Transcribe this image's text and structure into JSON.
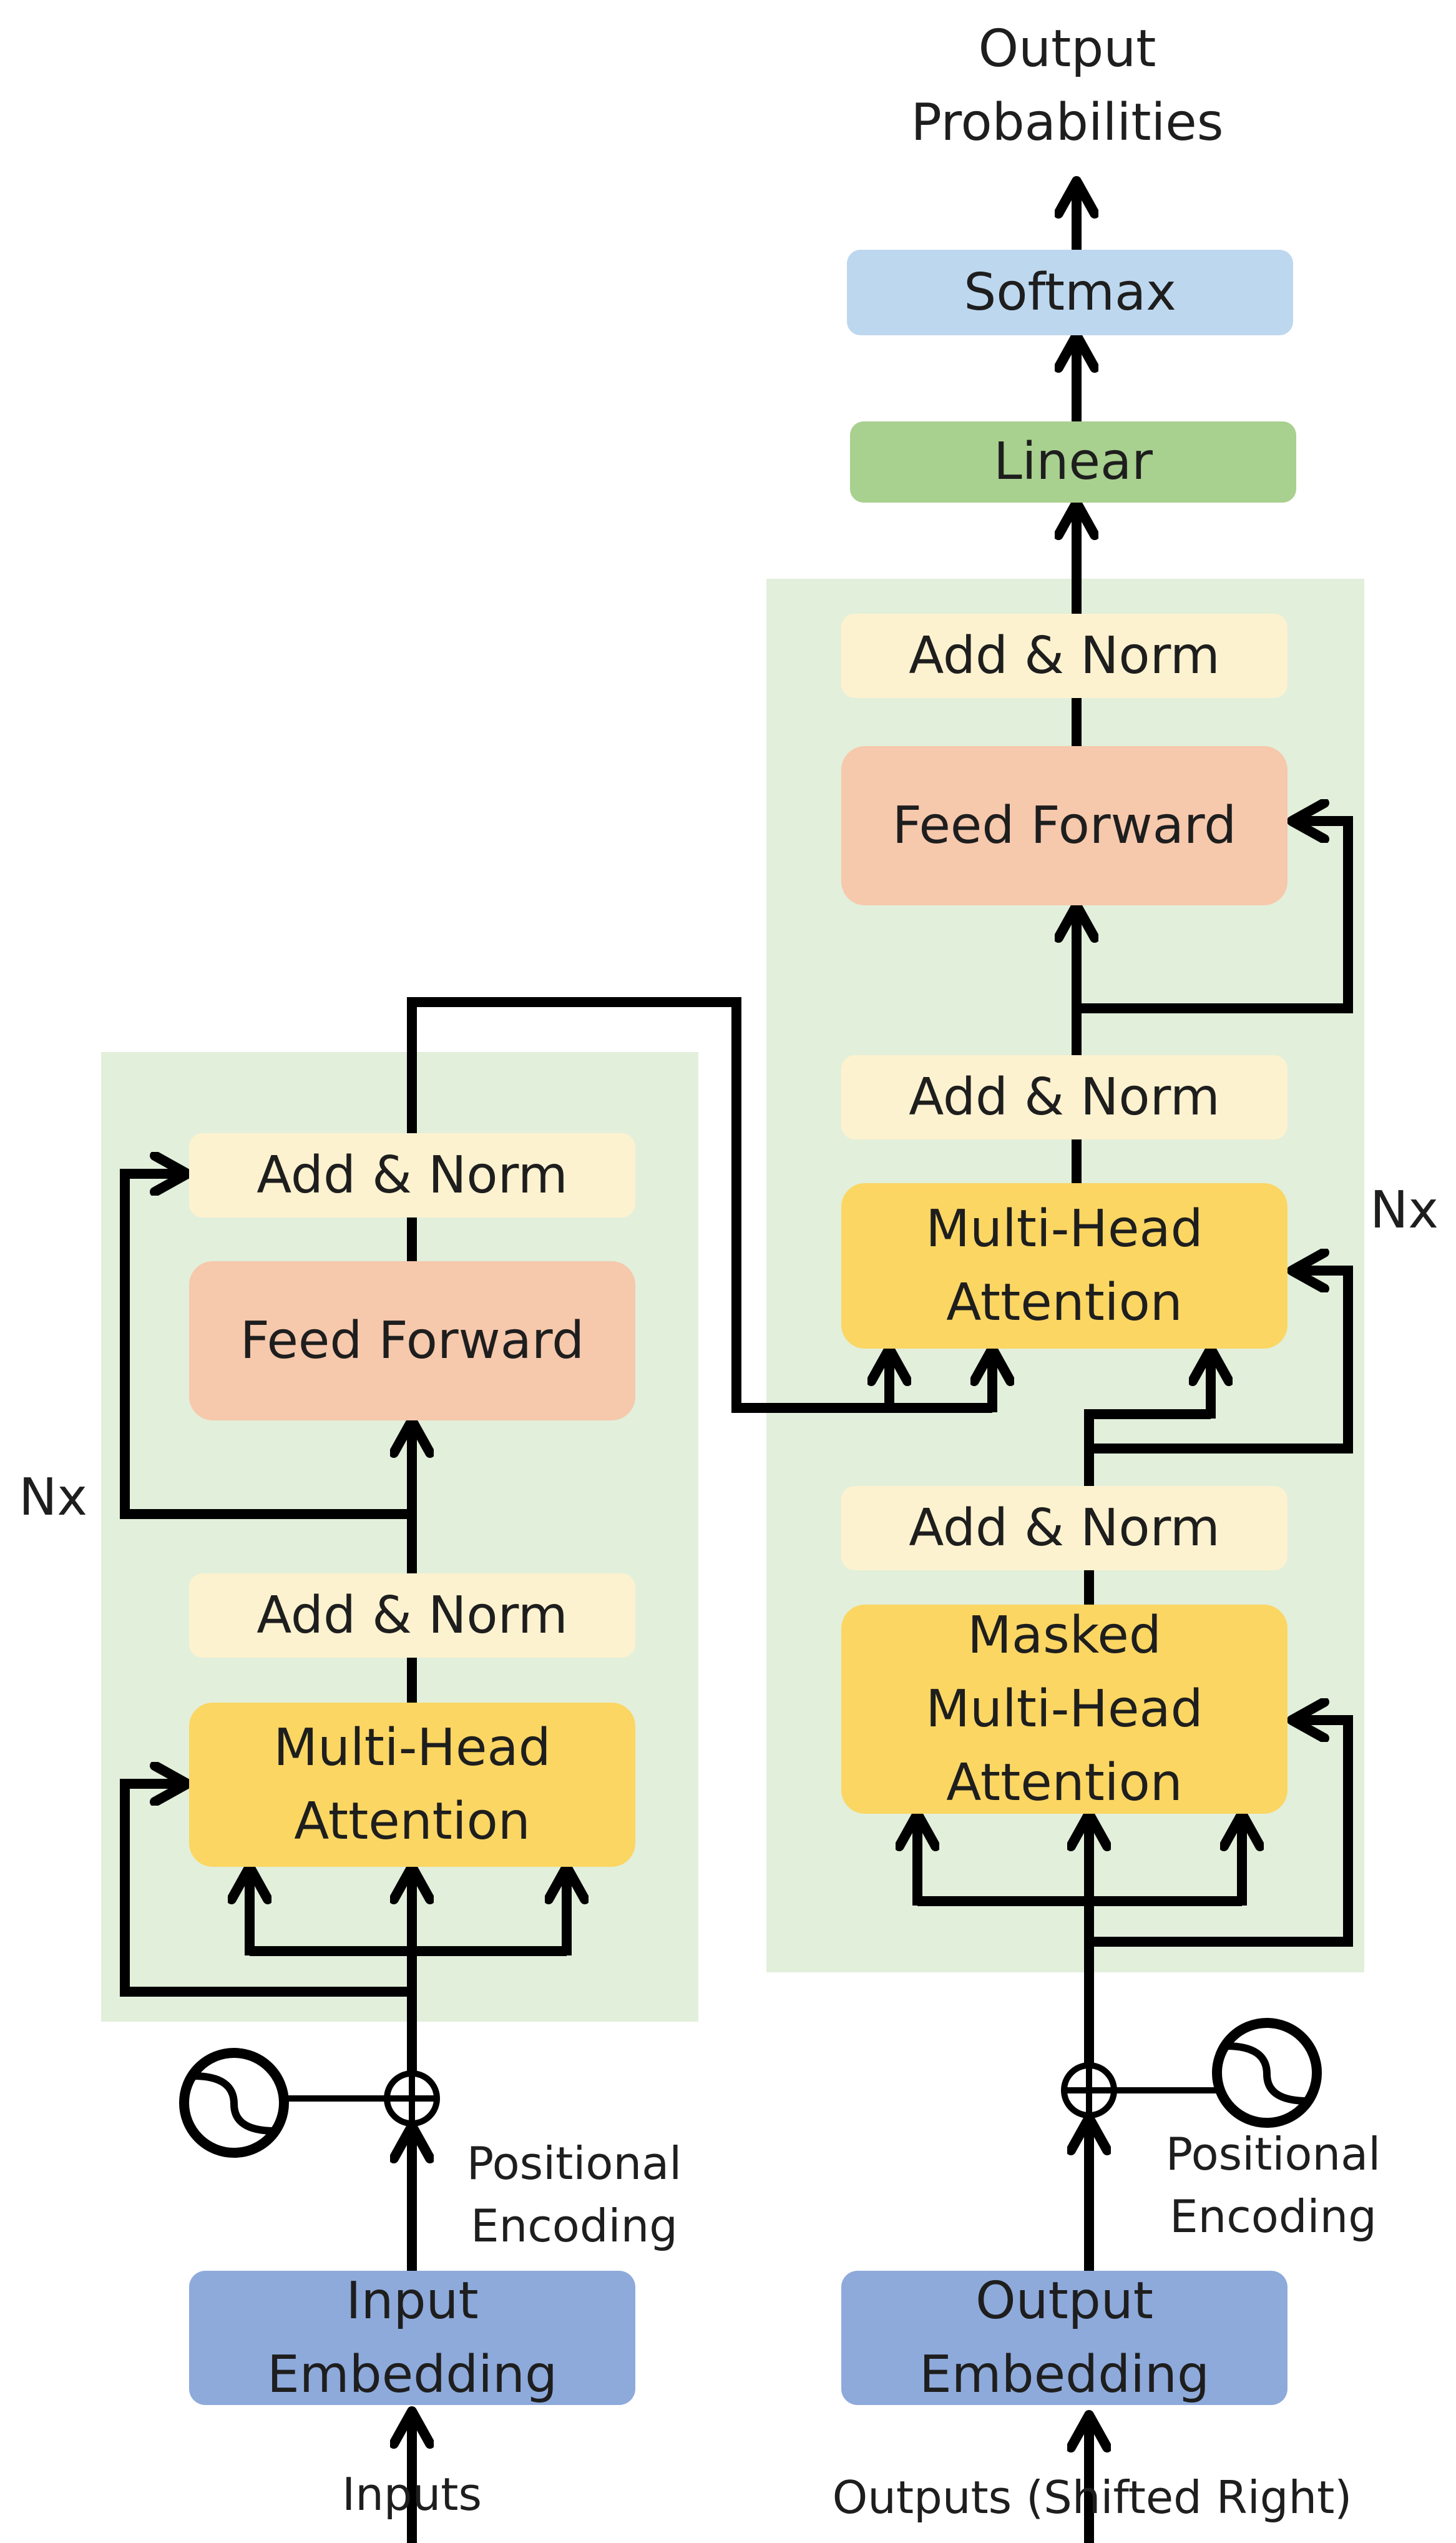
{
  "output_probabilities": "Output\nProbabilities",
  "softmax": "Softmax",
  "linear": "Linear",
  "encoder": {
    "add_norm_top": "Add & Norm",
    "feed_forward": "Feed Forward",
    "add_norm_bottom": "Add & Norm",
    "attention": "Multi-Head\nAttention",
    "repeat": "Nx",
    "embedding": "Input\nEmbedding",
    "positional_encoding": "Positional\nEncoding",
    "input_label": "Inputs"
  },
  "decoder": {
    "add_norm_top": "Add & Norm",
    "feed_forward": "Feed Forward",
    "add_norm_mid": "Add & Norm",
    "cross_attention": "Multi-Head\nAttention",
    "add_norm_bottom": "Add & Norm",
    "masked_attention": "Masked\nMulti-Head\nAttention",
    "repeat": "Nx",
    "embedding": "Output\nEmbedding",
    "positional_encoding": "Positional\nEncoding",
    "input_label": "Outputs (Shifted Right)"
  }
}
